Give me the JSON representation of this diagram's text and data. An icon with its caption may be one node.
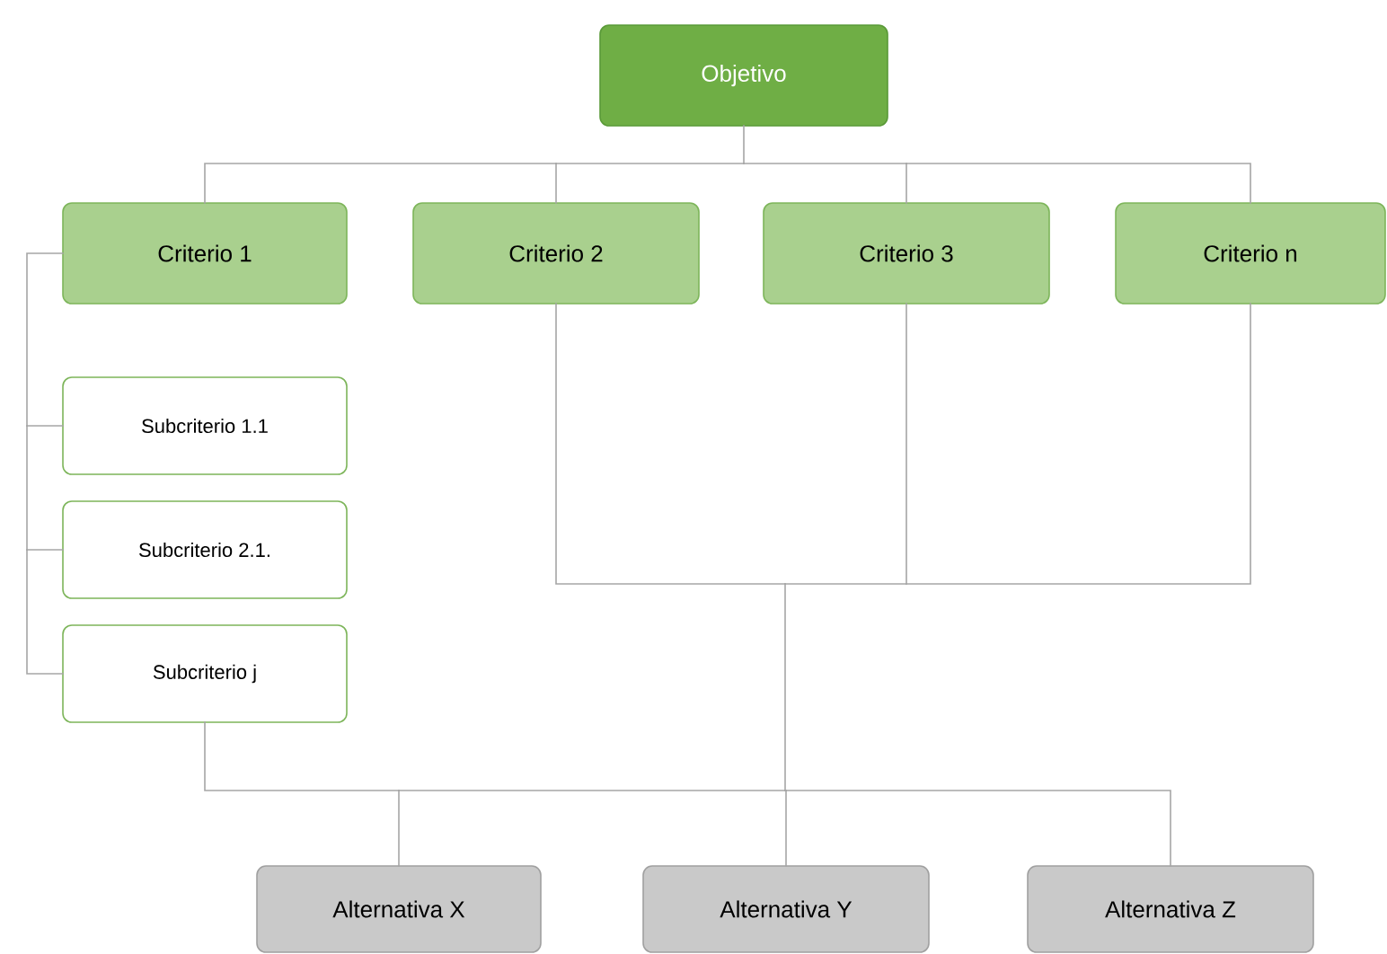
{
  "diagram": {
    "nodes": [
      {
        "text": [
          "Objetivo"
        ]
      },
      {
        "text": [
          "Criterio 1"
        ]
      },
      {
        "text": [
          "Criterio 2"
        ]
      },
      {
        "text": [
          "Criterio 3"
        ]
      },
      {
        "text": [
          "Criterio n"
        ]
      },
      {
        "text": [
          "Subcriterio 1.1"
        ]
      },
      {
        "text": [
          "Subcriterio 2.1."
        ]
      },
      {
        "text": [
          "Subcriterio j"
        ]
      },
      {
        "text": [
          "Alternativa X"
        ]
      },
      {
        "text": [
          "Alternativa Y"
        ]
      },
      {
        "text": [
          "Alternativa Z"
        ]
      }
    ],
    "edges": [
      {
        "from": 0,
        "to": 1,
        "arrow": "none"
      },
      {
        "from": 0,
        "to": 2,
        "arrow": "none"
      },
      {
        "from": 0,
        "to": 3,
        "arrow": "none"
      },
      {
        "from": 0,
        "to": 4,
        "arrow": "none"
      },
      {
        "from": 1,
        "to": 5,
        "arrow": "none"
      },
      {
        "from": 1,
        "to": 6,
        "arrow": "none"
      },
      {
        "from": 1,
        "to": 7,
        "arrow": "none"
      },
      {
        "from": 7,
        "to": 8,
        "arrow": "none"
      },
      {
        "from": 7,
        "to": 9,
        "arrow": "none"
      },
      {
        "from": 7,
        "to": 10,
        "arrow": "none"
      },
      {
        "from": 2,
        "to": 8,
        "arrow": "none"
      },
      {
        "from": 2,
        "to": 9,
        "arrow": "none"
      },
      {
        "from": 2,
        "to": 10,
        "arrow": "none"
      },
      {
        "from": 3,
        "to": 8,
        "arrow": "none"
      },
      {
        "from": 3,
        "to": 9,
        "arrow": "none"
      },
      {
        "from": 3,
        "to": 10,
        "arrow": "none"
      },
      {
        "from": 4,
        "to": 8,
        "arrow": "none"
      },
      {
        "from": 4,
        "to": 9,
        "arrow": "none"
      },
      {
        "from": 4,
        "to": 10,
        "arrow": "none"
      }
    ]
  }
}
